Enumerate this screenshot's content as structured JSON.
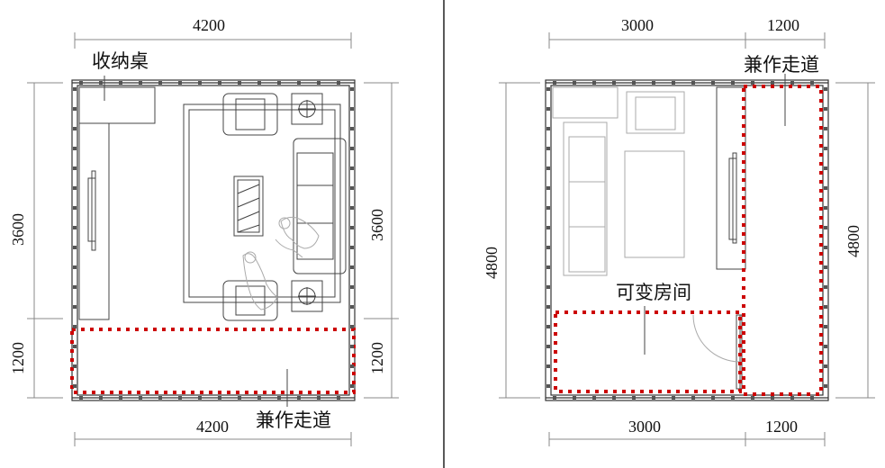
{
  "colors": {
    "zone_outline": "#cc0000",
    "line": "#333333",
    "dimension": "#888888"
  },
  "left_plan": {
    "top_width": "4200",
    "bottom_width": "4200",
    "left_upper": "3600",
    "left_lower": "1200",
    "right_upper": "3600",
    "right_lower": "1200",
    "label_storage": "收纳桌",
    "label_corridor": "兼作走道"
  },
  "right_plan": {
    "top_main": "3000",
    "top_side": "1200",
    "bottom_main": "3000",
    "bottom_side": "1200",
    "left_height": "4800",
    "right_height": "4800",
    "label_corridor": "兼作走道",
    "label_room": "可变房间"
  }
}
